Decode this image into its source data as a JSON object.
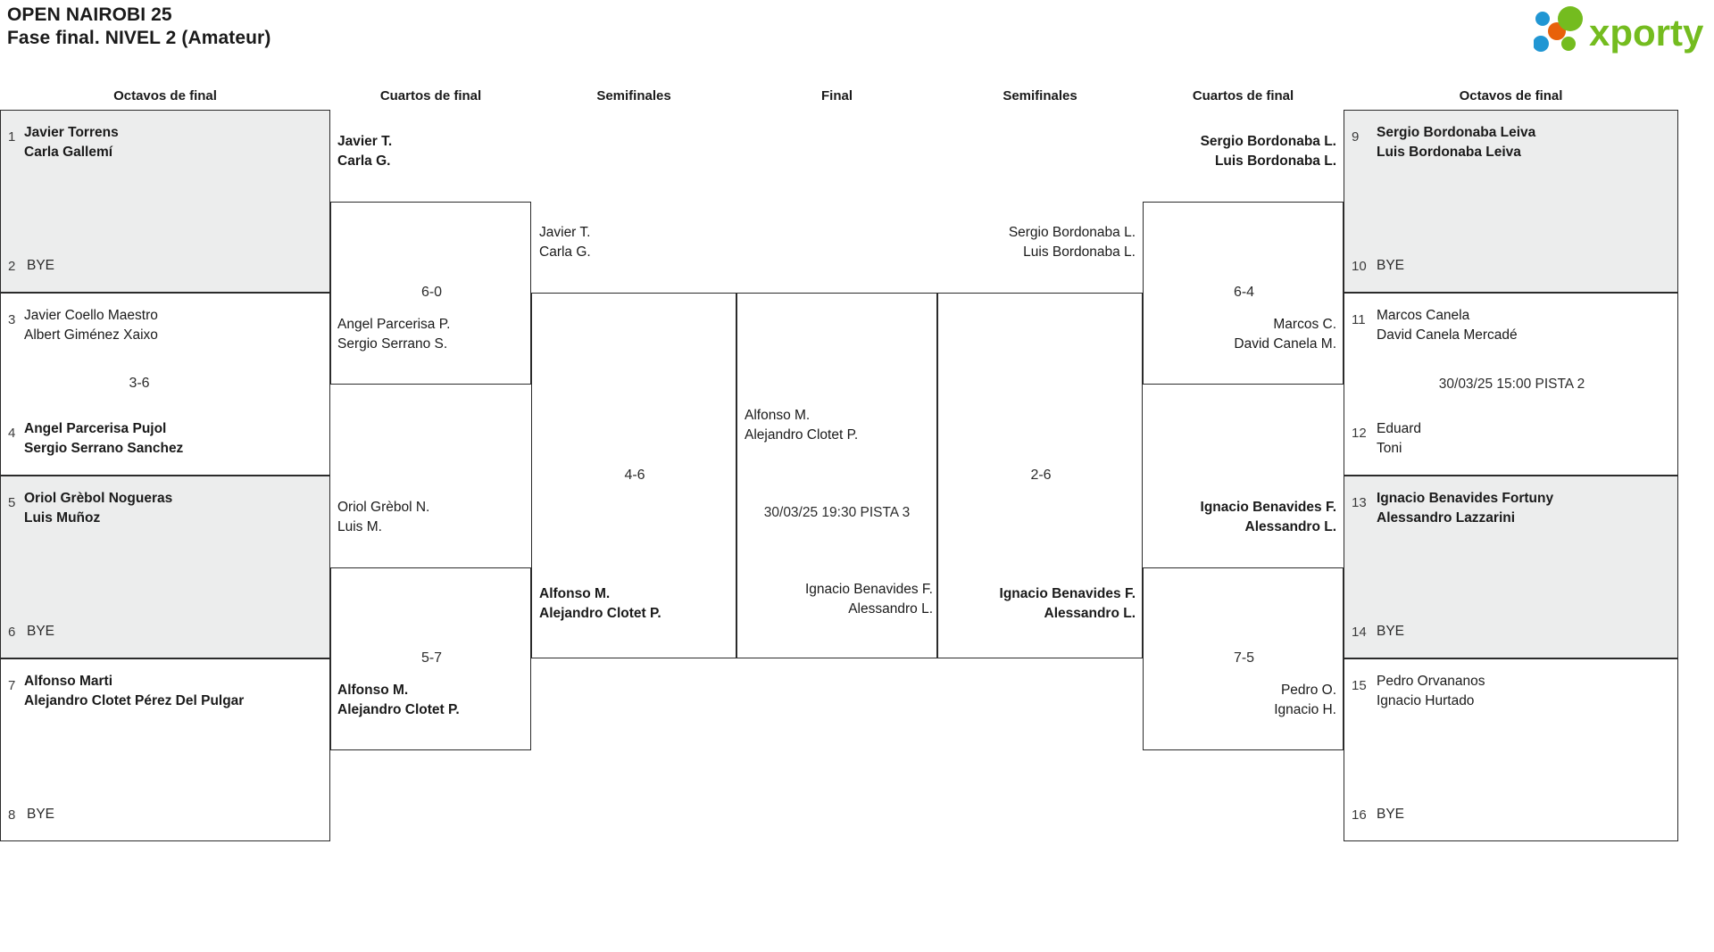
{
  "header": {
    "title_line1": "OPEN NAIROBI 25",
    "title_line2": "Fase final. NIVEL 2 (Amateur)",
    "logo_text": "xporty",
    "logo_colors": {
      "green": "#74bc1f",
      "blue": "#2196d3",
      "orange": "#e8610a"
    }
  },
  "round_labels": {
    "left_r16": "Octavos de final",
    "left_qf": "Cuartos de final",
    "left_sf": "Semifinales",
    "final": "Final",
    "right_sf": "Semifinales",
    "right_qf": "Cuartos de final",
    "right_r16": "Octavos de final"
  },
  "left_r16": [
    {
      "seed": "1",
      "line1": "Javier Torrens",
      "line2": "Carla Gallemí",
      "winner": true,
      "shaded": true
    },
    {
      "seed": "2",
      "line1": "BYE",
      "line2": "",
      "winner": false,
      "shaded": true
    },
    {
      "seed": "3",
      "line1": "Javier Coello Maestro",
      "line2": "Albert Giménez Xaixo",
      "winner": false,
      "shaded": false
    },
    {
      "seed": "4",
      "line1": "Angel Parcerisa Pujol",
      "line2": "Sergio Serrano Sanchez",
      "winner": true,
      "shaded": false
    },
    {
      "seed": "5",
      "line1": "Oriol Grèbol Nogueras",
      "line2": "Luis Muñoz",
      "winner": true,
      "shaded": true
    },
    {
      "seed": "6",
      "line1": "BYE",
      "line2": "",
      "winner": false,
      "shaded": true
    },
    {
      "seed": "7",
      "line1": "Alfonso Marti",
      "line2": "Alejandro Clotet Pérez Del Pulgar",
      "winner": true,
      "shaded": false
    },
    {
      "seed": "8",
      "line1": "BYE",
      "line2": "",
      "winner": false,
      "shaded": false
    }
  ],
  "left_r16_scores": [
    "",
    "3-6",
    "",
    ""
  ],
  "left_qf": [
    {
      "top_l1": "Javier T.",
      "top_l2": "Carla G.",
      "top_win": true,
      "bot_l1": "Angel Parcerisa P.",
      "bot_l2": "Sergio Serrano S.",
      "bot_win": false,
      "score": "6-0"
    },
    {
      "top_l1": "Oriol Grèbol N.",
      "top_l2": "Luis M.",
      "top_win": false,
      "bot_l1": "Alfonso M.",
      "bot_l2": "Alejandro Clotet P.",
      "bot_win": true,
      "score": "5-7"
    }
  ],
  "left_sf": {
    "top_l1": "Javier T.",
    "top_l2": "Carla G.",
    "top_win": false,
    "bot_l1": "Alfonso M.",
    "bot_l2": "Alejandro Clotet P.",
    "bot_win": true,
    "score": "4-6"
  },
  "final": {
    "top_l1": "Alfonso M.",
    "top_l2": "Alejandro Clotet P.",
    "top_win": false,
    "bot_l1": "Ignacio Benavides F.",
    "bot_l2": "Alessandro L.",
    "bot_win": false,
    "schedule": "30/03/25 19:30 PISTA 3"
  },
  "right_sf": {
    "top_l1": "Sergio Bordonaba L.",
    "top_l2": "Luis Bordonaba L.",
    "top_win": false,
    "bot_l1": "Ignacio Benavides F.",
    "bot_l2": "Alessandro L.",
    "bot_win": true,
    "score": "2-6"
  },
  "right_qf": [
    {
      "top_l1": "Sergio Bordonaba L.",
      "top_l2": "Luis Bordonaba L.",
      "top_win": true,
      "bot_l1": "Marcos C.",
      "bot_l2": "David Canela M.",
      "bot_win": false,
      "score": "6-4"
    },
    {
      "top_l1": "Ignacio Benavides F.",
      "top_l2": "Alessandro L.",
      "top_win": true,
      "bot_l1": "Pedro O.",
      "bot_l2": "Ignacio H.",
      "bot_win": false,
      "score": "7-5"
    }
  ],
  "right_r16": [
    {
      "seed": "9",
      "line1": "Sergio Bordonaba Leiva",
      "line2": "Luis Bordonaba Leiva",
      "winner": true,
      "shaded": true
    },
    {
      "seed": "10",
      "line1": "BYE",
      "line2": "",
      "winner": false,
      "shaded": true
    },
    {
      "seed": "11",
      "line1": "Marcos Canela",
      "line2": "David Canela Mercadé",
      "winner": false,
      "shaded": false
    },
    {
      "seed": "12",
      "line1": "Eduard",
      "line2": "Toni",
      "winner": false,
      "shaded": false
    },
    {
      "seed": "13",
      "line1": "Ignacio Benavides Fortuny",
      "line2": "Alessandro Lazzarini",
      "winner": true,
      "shaded": true
    },
    {
      "seed": "14",
      "line1": "BYE",
      "line2": "",
      "winner": false,
      "shaded": true
    },
    {
      "seed": "15",
      "line1": "Pedro Orvananos",
      "line2": "Ignacio Hurtado",
      "winner": false,
      "shaded": false
    },
    {
      "seed": "16",
      "line1": "BYE",
      "line2": "",
      "winner": false,
      "shaded": false
    }
  ],
  "right_r16_scores": [
    "",
    "30/03/25 15:00 PISTA 2",
    "",
    ""
  ]
}
